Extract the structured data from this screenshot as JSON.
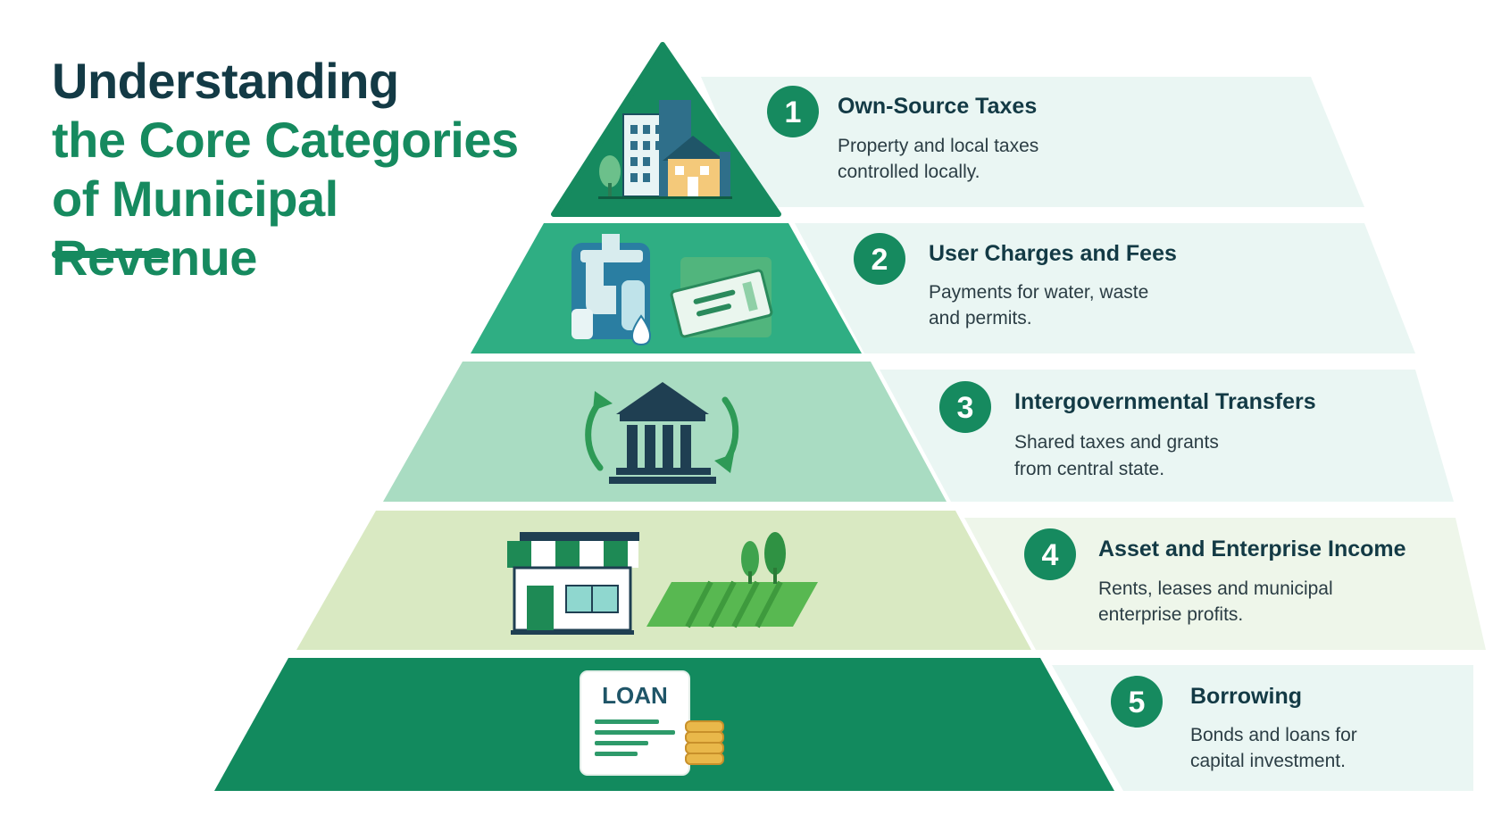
{
  "title": {
    "line1": "Understanding",
    "line2": "the Core Categories",
    "line3": "of Municipal Revenue"
  },
  "colors": {
    "dark_teal": "#133a45",
    "primary_green": "#168a5f",
    "tier1": "#168a5f",
    "tier2": "#2fae83",
    "tier3": "#a9dcc2",
    "tier4": "#d9e9c2",
    "tier5": "#128a5e",
    "card_background": "#eaf6f3"
  },
  "tiers": [
    {
      "number": "1",
      "heading": "Own-Source Taxes",
      "desc_line1": "Property and local taxes",
      "desc_line2": "controlled locally.",
      "icon": "city-buildings-icon"
    },
    {
      "number": "2",
      "heading": "User Charges and Fees",
      "desc_line1": "Payments for water, waste",
      "desc_line2": "and permits.",
      "icon": "water-tap-and-ticket-icon"
    },
    {
      "number": "3",
      "heading": "Intergovernmental Transfers",
      "desc_line1": "Shared taxes and grants",
      "desc_line2": "from central state.",
      "icon": "government-building-cycle-icon"
    },
    {
      "number": "4",
      "heading": "Asset and Enterprise Income",
      "desc_line1": "Rents, leases and municipal",
      "desc_line2": "enterprise profits.",
      "icon": "storefront-and-land-icon"
    },
    {
      "number": "5",
      "heading": "Borrowing",
      "desc_line1": "Bonds and loans for",
      "desc_line2": "capital investment.",
      "icon": "loan-document-coins-icon",
      "icon_label": "LOAN"
    }
  ]
}
